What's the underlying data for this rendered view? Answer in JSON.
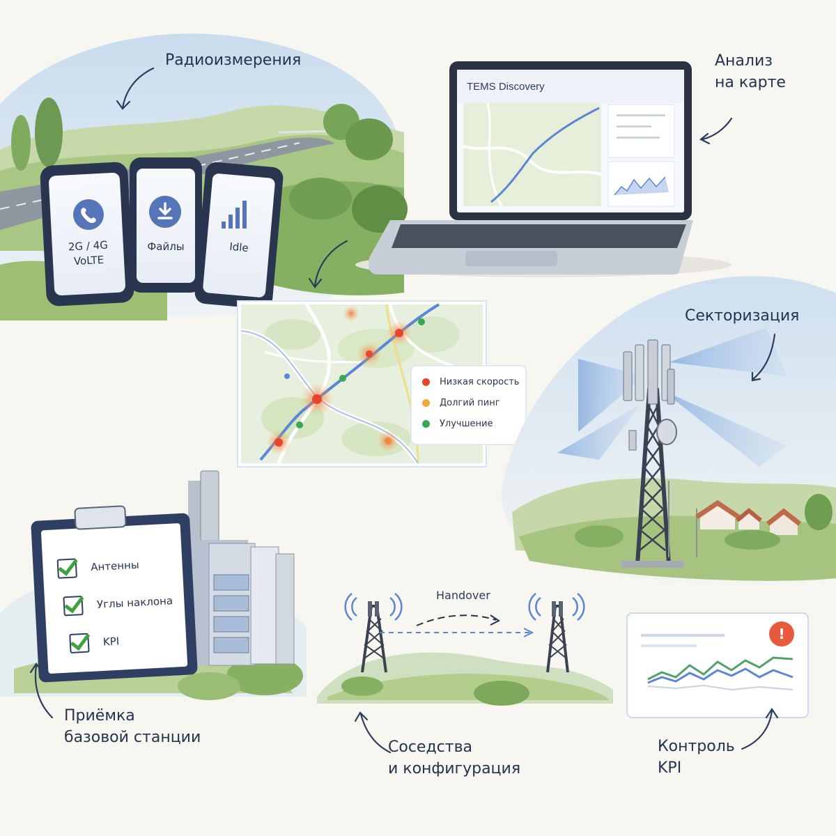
{
  "labels": {
    "radio": "Радиоизмерения",
    "map_analysis": [
      "Анализ",
      "на карте"
    ],
    "sectorization": "Секторизация",
    "acceptance": [
      "Приёмка",
      "базовой станции"
    ],
    "neighbors": [
      "Соседства",
      "и конфигурация"
    ],
    "kpi_control": [
      "Контроль",
      "KPI"
    ]
  },
  "phones": [
    {
      "icon": "phone-call-icon",
      "lines": [
        "2G / 4G",
        "VoLTE"
      ]
    },
    {
      "icon": "download-icon",
      "lines": [
        "Файлы"
      ]
    },
    {
      "icon": "signal-bars-icon",
      "lines": [
        "Idle"
      ]
    }
  ],
  "laptop": {
    "app_title": "TEMS Discovery"
  },
  "map_legend": [
    {
      "label": "Низкая скорость",
      "color": "#e8452f"
    },
    {
      "label": "Долгий пинг",
      "color": "#f2a933"
    },
    {
      "label": "Улучшение",
      "color": "#34a853"
    }
  ],
  "checklist": [
    {
      "label": "Антенны",
      "checked": true
    },
    {
      "label": "Углы наклона",
      "checked": true
    },
    {
      "label": "KPI",
      "checked": true
    }
  ],
  "handover": {
    "label": "Handover"
  },
  "kpi_panel": {
    "alert_symbol": "!"
  },
  "colors": {
    "text": "#22344f",
    "route": "#5b86d6",
    "bad": "#e8452f",
    "warn": "#f2a933",
    "good": "#34a853",
    "alert": "#e85a3c"
  }
}
